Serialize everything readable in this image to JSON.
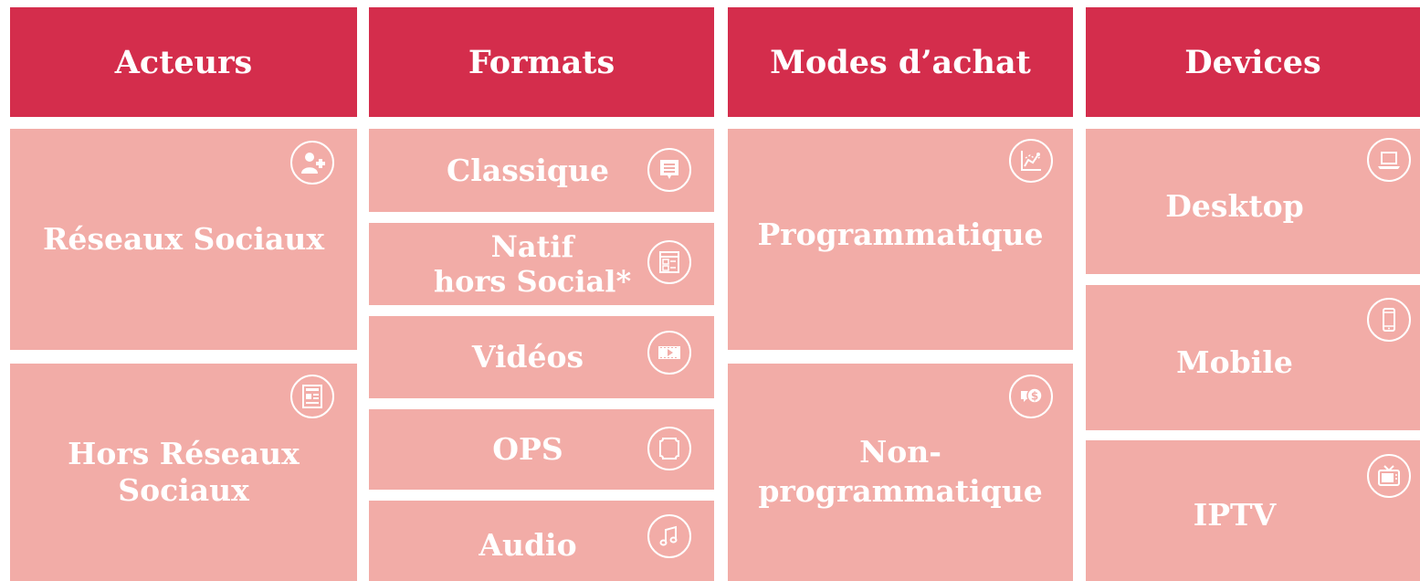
{
  "columns": [
    {
      "header": "Acteurs",
      "items": [
        {
          "label": "Réseaux Sociaux",
          "icon": "add-user-icon"
        },
        {
          "label": "Hors Réseaux\nSociaux",
          "icon": "newsletter-icon"
        }
      ]
    },
    {
      "header": "Formats",
      "items": [
        {
          "label": "Classique",
          "icon": "message-icon"
        },
        {
          "label": "Natif\nhors Social*",
          "icon": "native-ad-icon"
        },
        {
          "label": "Vidéos",
          "icon": "video-icon"
        },
        {
          "label": "OPS",
          "icon": "frame-icon"
        },
        {
          "label": "Audio",
          "icon": "music-note-icon"
        }
      ]
    },
    {
      "header": "Modes d’achat",
      "items": [
        {
          "label": "Programmatique",
          "icon": "chart-line-icon"
        },
        {
          "label": "Non-\nprogrammatique",
          "icon": "money-chat-icon"
        }
      ]
    },
    {
      "header": "Devices",
      "items": [
        {
          "label": "Desktop",
          "icon": "laptop-icon"
        },
        {
          "label": "Mobile",
          "icon": "smartphone-icon"
        },
        {
          "label": "IPTV",
          "icon": "tv-icon"
        }
      ]
    }
  ],
  "colors": {
    "header": "#d42d4c",
    "cell": "#f2aca7",
    "text": "#ffffff"
  }
}
